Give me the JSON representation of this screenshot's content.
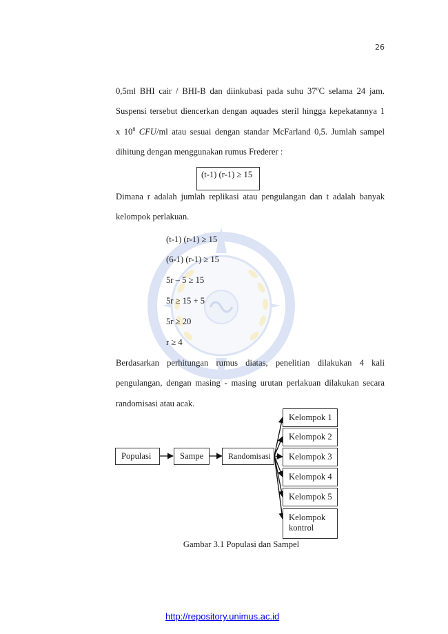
{
  "page_number": "26",
  "para1": {
    "line1": "0,5ml BHI cair / BHI-B dan diinkubasi pada suhu 37",
    "line1_sup": "o",
    "line1_end": "C selama 24 jam.",
    "line2": "Suspensi tersebut diencerkan dengan aquades steril hingga kepekatannya 1",
    "line3_start": "x 10",
    "line3_sup": "8",
    "line3_italic": "CFU",
    "line3_end": "/ml atau sesuai dengan standar McFarland 0,5. Jumlah sampel",
    "line4": "dihitung dengan menggunakan rumus Frederer :"
  },
  "formula": "(t-1) (r-1) ≥ 15",
  "para2": {
    "line1": "Dimana r adalah jumlah replikasi atau pengulangan dan t adalah banyak",
    "line2": "kelompok perlakuan."
  },
  "calculation": [
    "(t-1) (r-1) ≥ 15",
    "(6-1) (r-1) ≥ 15",
    "5r – 5 ≥ 15",
    "5r ≥ 15 + 5",
    "5r ≥ 20",
    "r ≥ 4"
  ],
  "para3": {
    "line1": "Berdasarkan perhitungan rumus diatas, penelitian dilakukan 4 kali",
    "line2": "pengulangan, dengan masing - masing urutan perlakuan dilakukan secara",
    "line3": "randomisasi atau acak."
  },
  "diagram": {
    "populasi": "Populasi",
    "sampe": "Sampe",
    "randomisasi": "Randomisasi",
    "groups": [
      "Kelompok 1",
      "Kelompok 2",
      "Kelompok 3",
      "Kelompok 4",
      "Kelompok 5"
    ],
    "control_line1": "Kelompok",
    "control_line2": "kontrol"
  },
  "caption": "Gambar 3.1 Populasi dan Sampel",
  "footer_link": "http://repository.unimus.ac.id",
  "colors": {
    "link": "#0000ee",
    "watermark_blue": "#b9c9ea",
    "watermark_gold": "#f0de9a"
  }
}
